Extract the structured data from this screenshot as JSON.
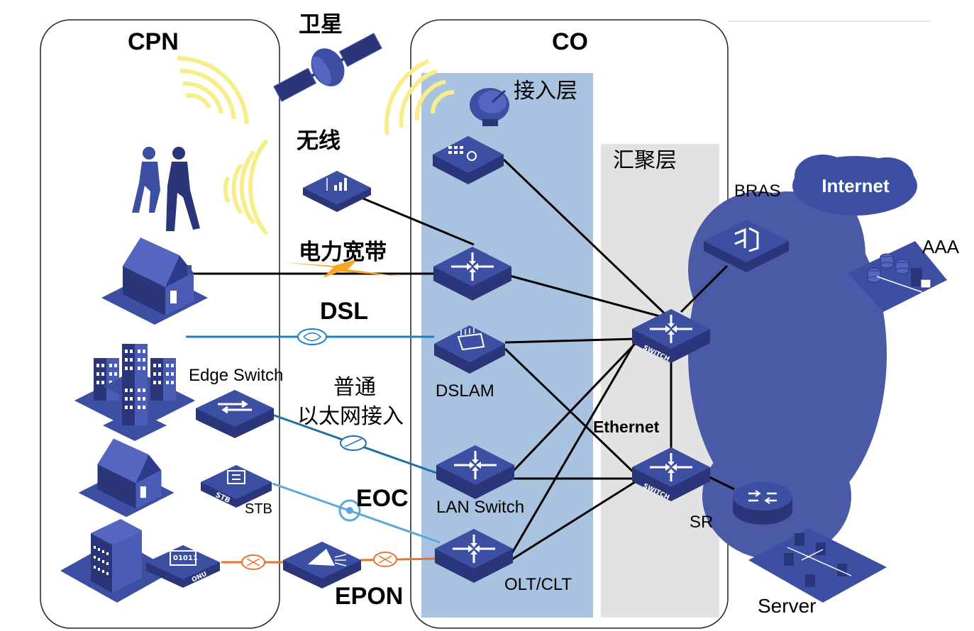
{
  "zones": {
    "cpn": "CPN",
    "co": "CO",
    "access_layer": "接入层",
    "aggregation_layer": "汇聚层"
  },
  "access_methods": {
    "satellite": "卫星",
    "wireless": "无线",
    "power_line": "电力宽带",
    "dsl": "DSL",
    "ethernet_line1": "普通",
    "ethernet_line2": "以太网接入",
    "eoc": "EOC",
    "epon": "EPON"
  },
  "devices": {
    "edge_switch": "Edge Switch",
    "stb": "STB",
    "dslam": "DSLAM",
    "lan_switch": "LAN Switch",
    "olt_clt": "OLT/CLT",
    "bras": "BRAS",
    "aaa": "AAA",
    "sr": "SR",
    "server": "Server",
    "internet": "Internet",
    "ethernet": "Ethernet",
    "switch_tag": "SWITCH",
    "stb_tag": "STB",
    "onu_tag": "ONU",
    "onu_bits": "01011"
  },
  "colors": {
    "device_blue": "#3d4fa3",
    "device_dark": "#2a357a",
    "cloud_blue": "#4a5aa6",
    "access_band": "#a9c2e0",
    "agg_band": "#e2e2e2",
    "signal_yellow": "#f7ee8a",
    "dsl_line": "#1f7ec2",
    "eth_line": "#1d6fa8",
    "eoc_line": "#5aa7dc",
    "epon_line": "#e4732d",
    "bolt_orange": "#f5a623"
  }
}
